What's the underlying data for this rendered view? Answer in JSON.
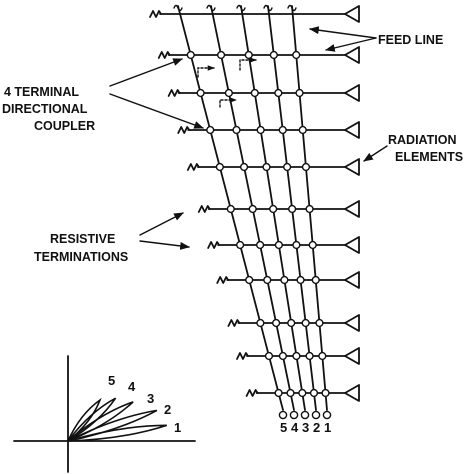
{
  "labels": {
    "feed_line": "FEED LINE",
    "coupler_line1": "4 TERMINAL",
    "coupler_line2": "DIRECTIONAL",
    "coupler_line3": "COUPLER",
    "radiation_line1": "RADIATION",
    "radiation_line2": "ELEMENTS",
    "resistive_line1": "RESISTIVE",
    "resistive_line2": "TERMINATIONS"
  },
  "port_numbers": [
    "5",
    "4",
    "3",
    "2",
    "1"
  ],
  "beam_numbers": [
    "5",
    "4",
    "3",
    "2",
    "1"
  ],
  "radiating_rows": 11,
  "feed_lines": 5
}
